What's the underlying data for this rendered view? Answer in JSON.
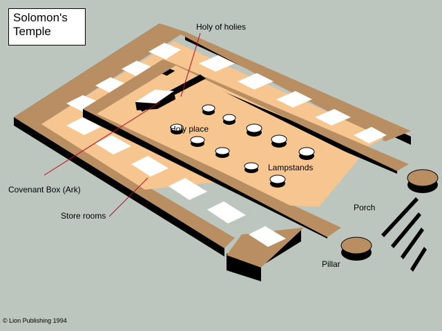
{
  "title": {
    "line1": "Solomon's",
    "line2": "Temple"
  },
  "labels": {
    "holy_of_holies": "Holy of holies",
    "holy_place": "Holy place",
    "lampstands": "Lampstands",
    "covenant_box": "Covenant Box (Ark)",
    "store_rooms": "Store rooms",
    "porch": "Porch",
    "pillar": "Pillar"
  },
  "copyright": "© Lion Publishing 1994",
  "colors": {
    "background": "#bcc5be",
    "wall_top": "#b88e62",
    "wall_side": "#000000",
    "floor": "#f6c590",
    "room_white": "#ffffff",
    "leader_line": "#c8001e"
  }
}
